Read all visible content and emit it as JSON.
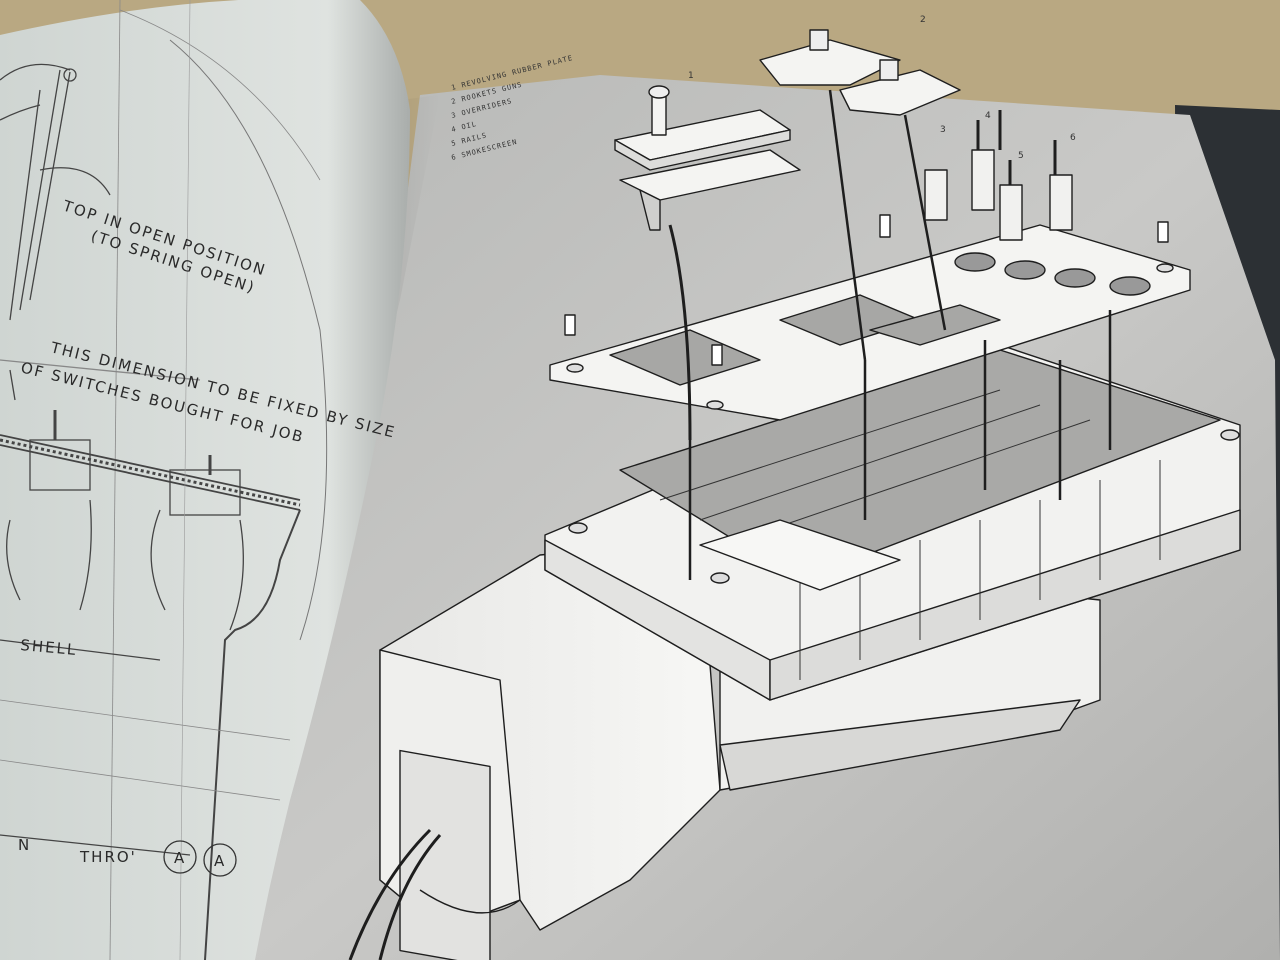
{
  "left_page": {
    "note_top_1": "TOP IN OPEN POSITION",
    "note_top_2": "(TO SPRING OPEN)",
    "note_dim_1": "THIS DIMENSION TO BE FIXED BY SIZE",
    "note_dim_2": "OF SWITCHES BOUGHT FOR JOB",
    "note_shell": "SHELL",
    "note_n": "N",
    "note_thro": "THRO'",
    "circle_1": "A",
    "circle_2": "A"
  },
  "right_page": {
    "legend": [
      "1  REVOLVING RUBBER PLATE",
      "2  ROOKETS GUNS",
      "3  OVERRIDERS",
      "4  OIL",
      "5  RAILS",
      "6  SMOKESCREEN"
    ],
    "part_numbers": [
      "1",
      "2",
      "3",
      "4",
      "5",
      "6"
    ]
  },
  "colors": {
    "desk": "#b9a882",
    "left_paper": "#d7dcd8",
    "right_paper": "#c4c4c2",
    "ink": "#2a2a2a",
    "book_cover": "#2c3034"
  }
}
